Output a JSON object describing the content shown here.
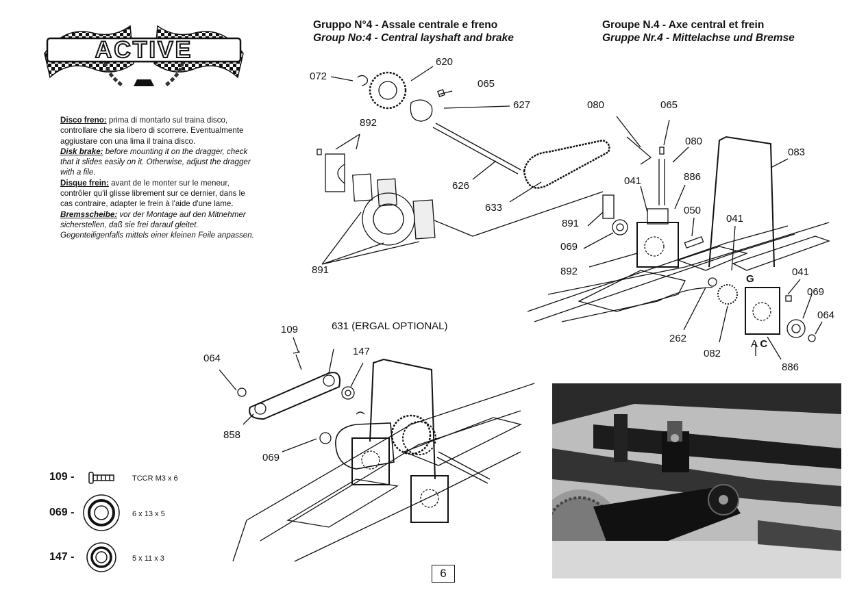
{
  "logo": {
    "text": "ACTIVE"
  },
  "header": {
    "it": "Gruppo N°4 - Assale centrale e freno",
    "en": "Group No:4 - Central layshaft and brake",
    "fr": "Groupe N.4  - Axe central et frein",
    "de": "Gruppe Nr.4 - Mittelachse und Bremse"
  },
  "notes": {
    "it_title": "Disco freno:",
    "it_text": " prima di montarlo sul traina disco, controllare che sia libero di scorrere. Eventualmente aggiustare con una lima il traina disco.",
    "en_title": "Disk brake:",
    "en_text": " before mounting it on the dragger, check that it slides easily on it. Otherwise, adjust the dragger with a file.",
    "fr_title": "Disque frein:",
    "fr_text": " avant de le monter sur le meneur, contrôler qu'il glisse librement sur ce dernier, dans le cas contraire, adapter le frein à l'aide d'une lame.",
    "de_title": "Bremsscheibe:",
    "de_text": " vor der Montage auf den Mitnehmer sicherstellen, daß sie frei darauf gleitet. Gegenteiligenfalls mittels einer kleinen Feile anpassen."
  },
  "labels": {
    "l072": "072",
    "l620": "620",
    "l065a": "065",
    "l627": "627",
    "l892a": "892",
    "l626": "626",
    "l633": "633",
    "l891a": "891",
    "l080a": "080",
    "l065b": "065",
    "l080b": "080",
    "l083": "083",
    "l041a": "041",
    "l886a": "886",
    "l891b": "891",
    "l050": "050",
    "l041b": "041",
    "l069a": "069",
    "l892b": "892",
    "lG": "G",
    "l041c": "041",
    "l069b": "069",
    "l064a": "064",
    "l262": "262",
    "l082": "082",
    "lC": "C",
    "l886b": "886",
    "l109": "109",
    "l631": "631 (ERGAL OPTIONAL)",
    "l147": "147",
    "l064b": "064",
    "l858": "858",
    "l069c": "069"
  },
  "specs": [
    {
      "code": "109 -",
      "dim": "TCCR M3 x 6"
    },
    {
      "code": "069 -",
      "dim": "6 x 13 x 5"
    },
    {
      "code": "147 -",
      "dim": "5 x 11 x 3"
    }
  ],
  "page_number": "6"
}
